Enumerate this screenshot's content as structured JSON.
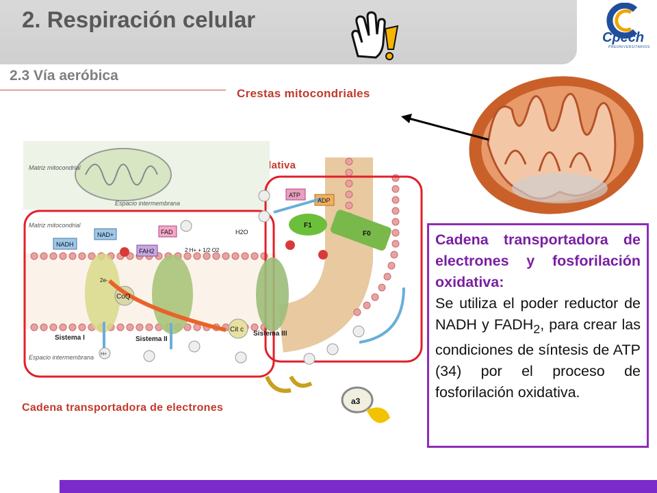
{
  "header": {
    "title": "2. Respiración celular",
    "subtitle": "2.3 Vía aeróbica"
  },
  "logo": {
    "text": "Cpech",
    "subtext": "PREUNIVERSITARIOS"
  },
  "labels": {
    "crestas": "Crestas mitocondriales",
    "fosforilacion": "Fosforilación oxidativa",
    "cadena": "Cadena transportadora de electrones"
  },
  "diagram": {
    "matriz_top": "Matriz mitocondrial",
    "espacio_top": "Espacio intermembrana",
    "matriz": "Matriz mitocondrial",
    "espacio": "Espacio intermembrana",
    "nadh": "NADH",
    "nad": "NAD+",
    "fad": "FAD",
    "fadh2": "FAH2",
    "h2o": "H2O",
    "oxygen_eq": "2 H+ + 1/2 O2",
    "coq": "CoQ",
    "citc": "Cit c",
    "sistema1": "Sistema I",
    "sistema2": "Sistema II",
    "sistema3": "Sistema III",
    "atp": "ATP",
    "adp": "ADP",
    "f1": "F1",
    "f0": "F0",
    "hplus": "H+",
    "electron": "2e-",
    "a3": "a3"
  },
  "textbox": {
    "heading": "Cadena transportadora de electrones y fosforilación oxidativa:",
    "body_prefix": "Se utiliza el poder reductor de NADH y FADH",
    "body_sub": "2",
    "body_suffix": ", para crear las condiciones de síntesis de ATP (34) por el proceso de fosforilación oxidativa."
  },
  "colors": {
    "title_bar": "#d4d4d4",
    "red_label": "#c0392b",
    "purple_border": "#8e2bb5",
    "bottom_bar": "#7b2bc9"
  }
}
